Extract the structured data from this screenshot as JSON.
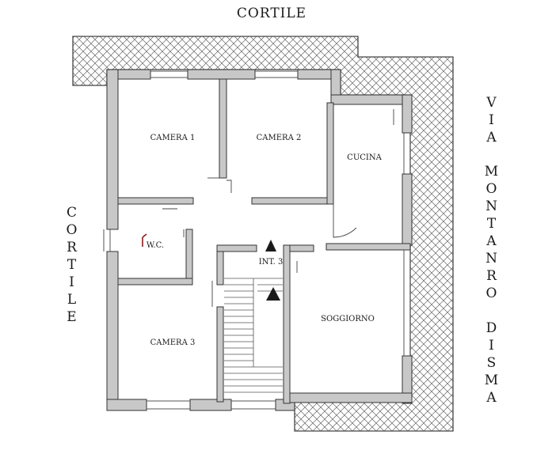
{
  "labels": {
    "top": "CORTILE",
    "left": [
      "C",
      "O",
      "R",
      "T",
      "I",
      "L",
      "E"
    ],
    "right_line1": [
      "V",
      "I",
      "A"
    ],
    "right_line2": [
      "M",
      "O",
      "N",
      "T",
      "A",
      "N",
      "R",
      "O"
    ],
    "right_line3": [
      "D",
      "I",
      "S",
      "M",
      "A"
    ]
  },
  "rooms": {
    "camera1": "CAMERA 1",
    "camera2": "CAMERA 2",
    "cucina": "CUCINA",
    "wc": "W.C.",
    "soggiorno": "SOGGIORNO",
    "camera3": "CAMERA 3",
    "int": "INT. 3"
  },
  "colors": {
    "wall_fill": "#c8c8c8",
    "line": "#333333",
    "hatch": "#555555"
  }
}
